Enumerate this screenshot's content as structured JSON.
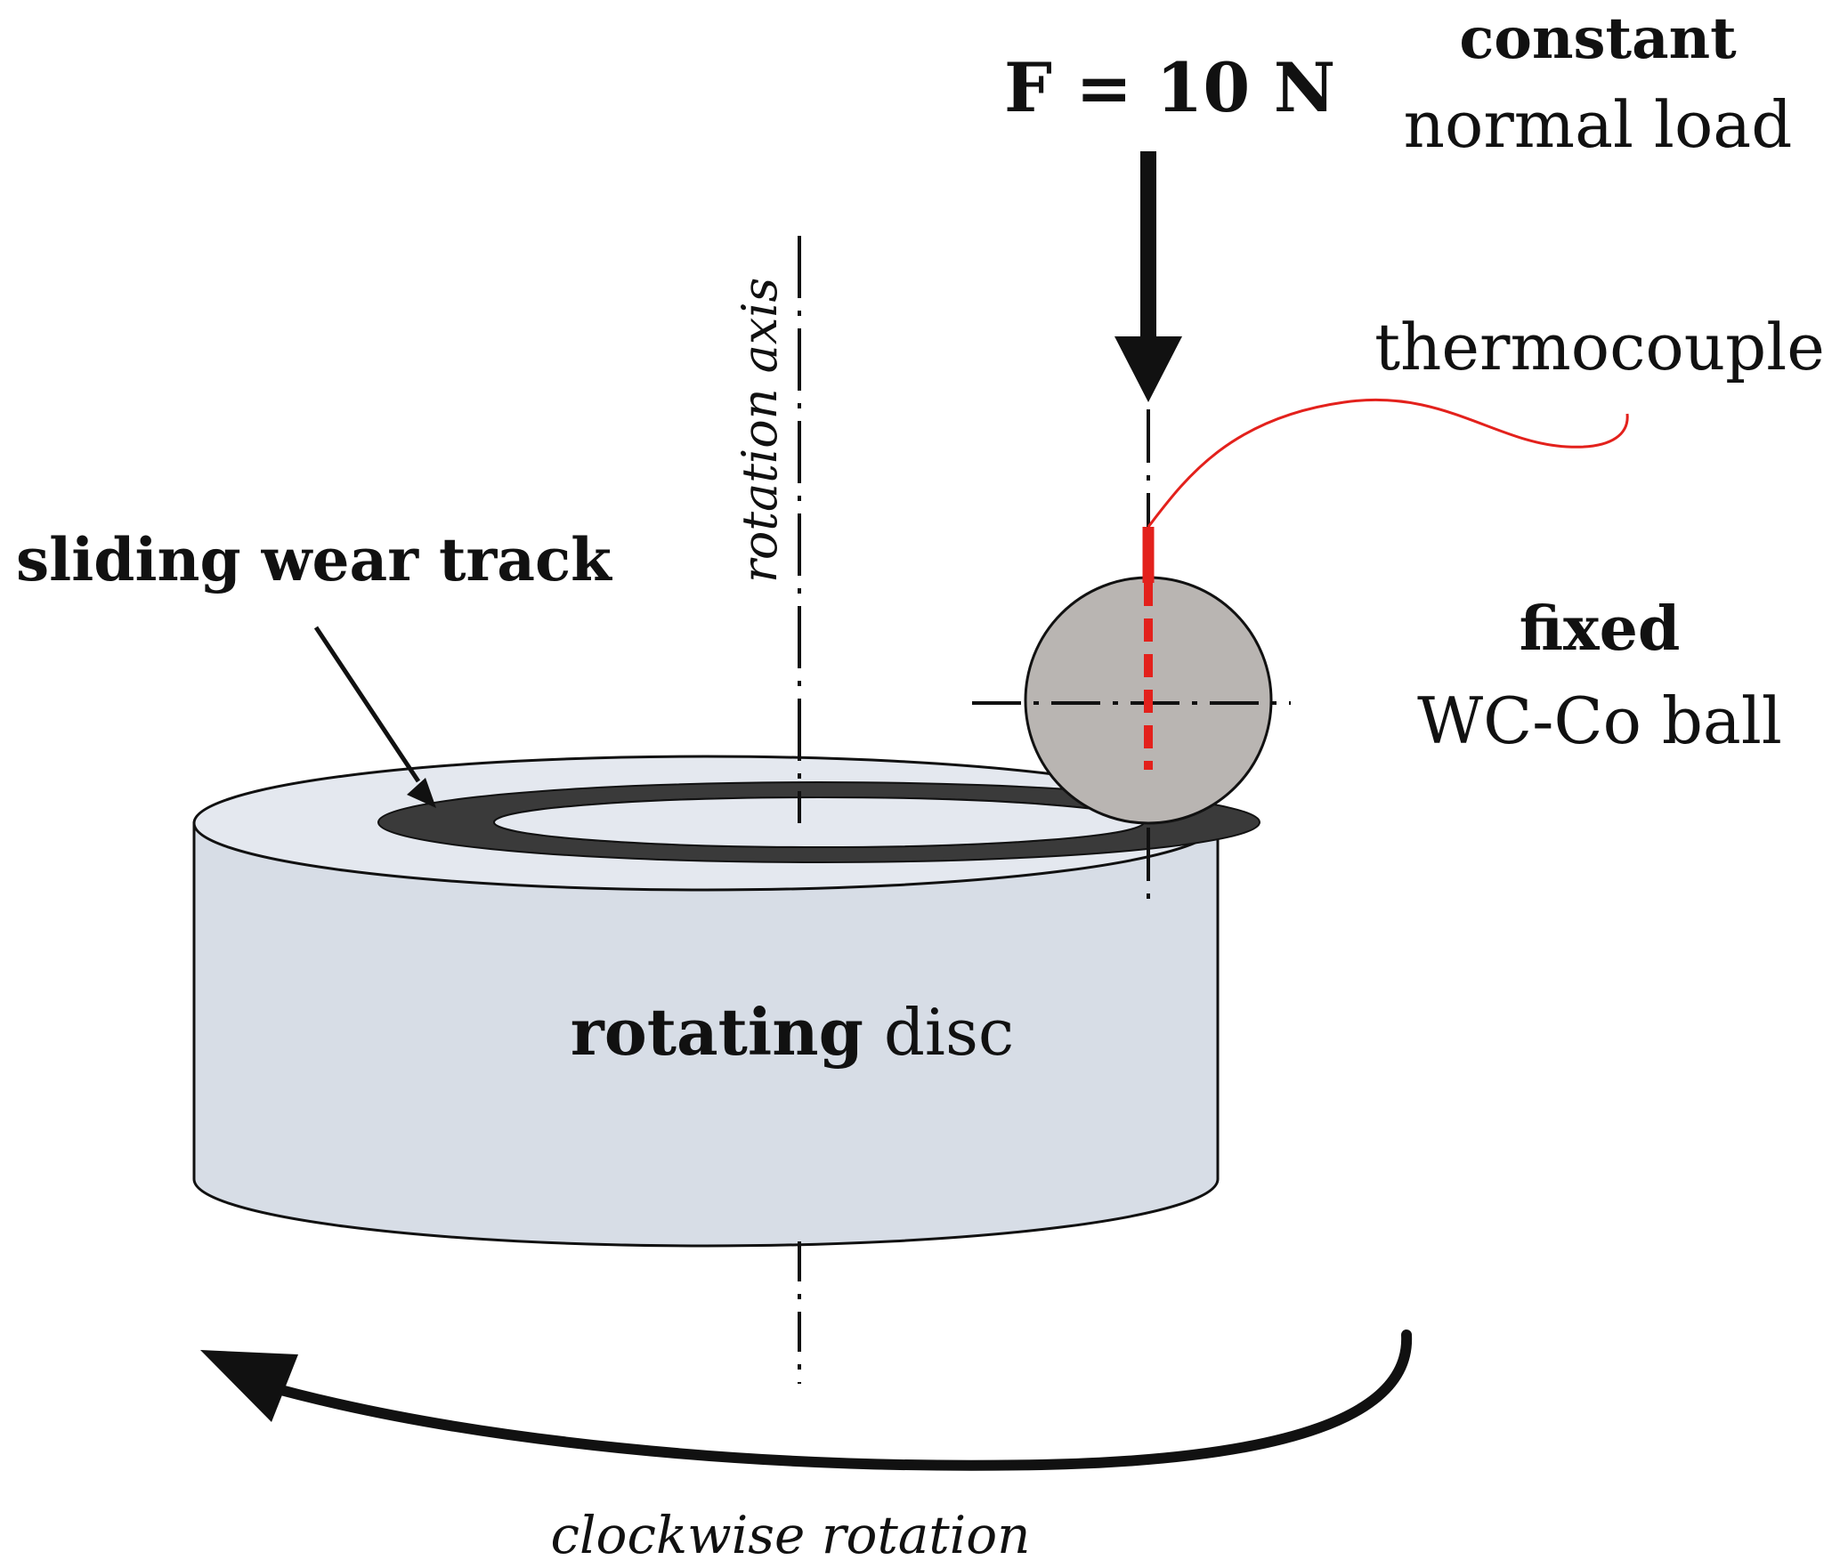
{
  "labels": {
    "force": "F = 10 N",
    "load_bold": "constant",
    "load_rest": "normal load",
    "thermocouple": "thermocouple",
    "ball_bold": "fixed",
    "ball_rest": "WC-Co ball",
    "track": "sliding wear track",
    "axis": "rotation axis",
    "disc_bold": "rotating",
    "disc_rest": " disc",
    "rotation": "clockwise rotation"
  },
  "colors": {
    "disc_fill": "#d7dde6",
    "disc_top": "#e4e8ef",
    "ball_fill": "#b9b5b2",
    "track_fill": "#3a3a3a",
    "thermocouple": "#e3211c",
    "ink": "#111111"
  }
}
